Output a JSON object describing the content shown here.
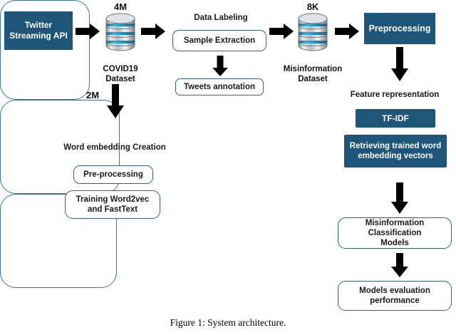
{
  "figure": {
    "caption": "Figure 1: System architecture."
  },
  "nodes": {
    "twitter_api": "Twitter\nStreaming API",
    "covid_dataset_count": "4M",
    "covid_dataset_label": "COVID19\nDataset",
    "data_labeling_title": "Data Labeling",
    "sample_extraction": "Sample Extraction",
    "tweets_annotation": "Tweets annotation",
    "misinformation_count": "8K",
    "misinformation_label": "Misinformation\nDataset",
    "preprocessing": "Preprocessing",
    "feature_representation_title": "Feature representation",
    "tfidf": "TF-IDF",
    "retrieving_vectors": "Retrieving trained word\nembedding vectors",
    "classification_models": "Misinformation Classification\nModels",
    "models_evaluation": "Models evaluation\nperformance",
    "word_embedding_title": "Word embedding Creation",
    "pre_processing": "Pre-processing",
    "training_models": "Training Word2vec\nand FastText",
    "two_million": "2M"
  },
  "icons": {
    "database_covid": "database-cylinder-icon",
    "database_misinformation": "database-cylinder-icon",
    "arrow_api_to_covid": "arrow-right-icon",
    "arrow_covid_to_labeling": "arrow-right-icon",
    "arrow_labeling_to_misinfo": "arrow-right-icon",
    "arrow_misinfo_to_preprocessing": "arrow-right-icon",
    "arrow_sample_to_tweets": "arrow-down-icon",
    "arrow_preprocessing_to_feature": "arrow-down-icon",
    "arrow_feature_to_classification": "arrow-down-icon",
    "arrow_classification_to_evaluation": "arrow-down-icon",
    "arrow_covid_to_wordembedding": "arrow-down-icon"
  },
  "colors": {
    "brand_dark_blue": "#1f5578",
    "stroke_blue": "#2e6590",
    "container_stroke": "#3a73a0",
    "db_band_cyan": "#1ca2e0",
    "db_body_silver": "#c9cdd1",
    "background": "#ffffff",
    "arrow_black": "#000000"
  }
}
